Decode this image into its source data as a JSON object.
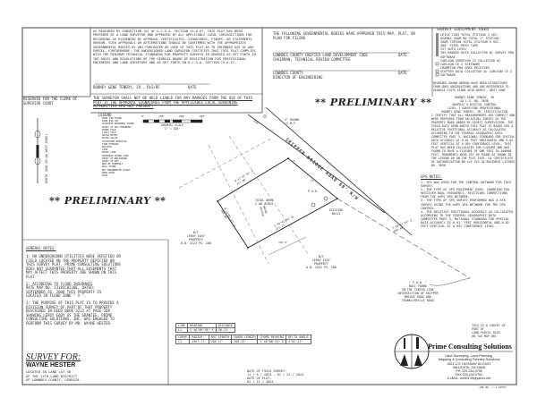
{
  "surveyor_certificate": {
    "text": "AS REQUIRED BY SUBSECTION (D) OF O.C.G.A. SECTION 15-6-67, THIS PLAT HAS BEEN PREPARED BY A LAND SURVEYOR AND APPROVED BY ALL APPLICABLE LOCAL JURISDICTIONS FOR RECORDING AS EVIDENCED BY APPROVAL CERTIFICATES, SIGNATURES, STAMPS, OR STATEMENTS HEREON. SUCH APPROVALS OR AFFIRMATIONS SHOULD BE CONFIRMED WITH THE APPROPRIATE GOVERNMENTAL BODIES BY ANY PURCHASER OR USER OF THIS PLAT AS TO INTENDED USE OF ANY PARCEL. FURTHERMORE, THE UNDERSIGNED LAND SURVEYOR CERTIFIES THAT THIS PLAT COMPLIES WITH THE MINIMUM TECHNICAL STANDARDS FOR PROPERTY SURVEYS IN GEORGIA AS SET FORTH IN THE RULES AND REGULATIONS OF THE GEORGIA BOARD OF REGISTRATION FOR PROFESSIONAL ENGINEERS AND LAND SURVEYORS AND AS SET FORTH IN O.C.G.A. SECTION 15-6-67.",
    "signer": "RODNEY GENE TENERY, JR., RLS/RF",
    "date_label": "DATE",
    "liability": "THE SURVEYOR SHALL NOT BE HELD LIABLE FOR ANY DAMAGES FROM THE USE OF THIS PLAT IF THE APPROVAL SIGNATURES FROM THE APPLICABLE LOCAL GOVERNING AUTHORITIES ARE NOT PRESENT."
  },
  "clerk_box": "RESERVED FOR THE CLERK OF SUPERIOR COURT",
  "government": {
    "intro": "THE FOLLOWING GOVERNMENTAL BODIES HAVE APPROVED THIS MAP, PLAT, OR PLAN FOR FILING",
    "sig1": "LOWNDES COUNTY UNIFIED LAND DEVELOPMENT CODE\nCHAIRMAN, TECHNICAL REVIEW COMMITTEE",
    "sig2": "LOWNDES COUNTY\nDIRECTOR OF ENGINEERING",
    "date_label": "DATE"
  },
  "equipment": {
    "title": "SURVEY EQUIPMENT USED",
    "items": [
      {
        "label": "LEICA 1203 TOTAL STATION 3 SEC.",
        "checked": false
      },
      {
        "label": "GEOMAX ZOOM 80 TOTAL 2\" STATION",
        "checked": false
      },
      {
        "label": "ZOOM TOPCON TOTAL STATION 5 SEC.",
        "checked": false
      },
      {
        "label": "300' STEEL MESH TAPE",
        "checked": false
      },
      {
        "label": "CST AUTO LEVEL",
        "checked": false
      },
      {
        "label": "TDS RANGER DATA COLLECTOR W/ SURVEY PRO SOFTWARE",
        "checked": false
      },
      {
        "label": "CARLSON SURVEYOR II COLLECTOR W/ CARLSON CE 3 SOFTWARE",
        "checked": true
      },
      {
        "label": "CHAMPION PRO GNSS RECEIVER",
        "checked": true
      },
      {
        "label": "SCEPTER DATA COLLECTOR W/ CARLSON CE 3 SOFTWARE",
        "checked": true
      }
    ],
    "bearings_note": "BEARINGS SHOWN HEREON HAVE BEEN ESTABLISHED FROM GNSS OBSERVATIONS AND ARE REFERENCED TO GEORGIA STATE PLANE GRID NORTH - WEST ZONE"
  },
  "seal": "RODNEY GENE TENERY, JR\nGA L.S. NO. 3658\nGRAPHIC & DIGITAL CONTROL\nLEVEL 1 SURVEYING PROFESSIONAL\nRODNEY GENE TENERY, JR. CERTIFICATION",
  "certification": "I CERTIFY THAT ALL MEASUREMENTS ARE CORRECT AND WERE PREPARED FROM AN ACTUAL SURVEY OF THE PROPERTY MADE UNDER MY DIRECT SUPERVISION. THE FIELD DATA UPON WHICH THIS PLAT IS BASED HAS A RELATIVE POSITIONAL ACCURACY AS CALCULATED ACCORDING TO THE FEDERAL GEOGRAPHIC DATA COMMITTEE PART 3, NATIONAL STANDARD FOR SPATIAL DATA ACCURACY AT 0.01 FEET HORIZONTAL AND 0.02 FEET VERTICAL AT A 95% CONFIDENCE LEVEL. THIS PLAT HAS BEEN CALCULATED FOR CLOSURE AND WAS FOUND TO HAVE A CLOSURE OF ONE FOOT IN 100000 FEET. MONUMENTS WERE SET OR FOUND AS SHOWN IN THE LEGEND OR ON THE PLAT FACE. GA CERTIFICATE OF AUTHORIZATION NO LSF 924 GA BUSINESS LICENSE NO. 3658",
  "gps_notes": {
    "title": "GPS NOTES:",
    "items": [
      "1. GPS WAS USED FOR THE CONTROL NETWORK FOR THIS SURVEY.",
      "2. THE TYPE OF GPS EQUIPMENT USED: CHAMPION TKO RECEIVER DUAL FREQUENCY, RECEIVING CORRECTIONS FROM THE eGPS VRS NETWORK.",
      "3. THE TYPE OF GPS SURVEY PERFORMED WAS A RTK SURVEY USING THE eGPS VRS NETWORK FOR THE GPS CONTROL.",
      "4. THE RELATIVE POSITIONAL ACCURACY AS CALCULATED ACCORDING TO THE FEDERAL GEOGRAPHIC DATA COMMITTEE PART 3, NATIONAL STANDARD FOR SPATIAL DATA ACCURACY IS 0.01' FEET HORIZONTAL AND 0.02 FEET VERTICAL AT A 95% CONFIDENCE LEVEL."
    ]
  },
  "preliminary": "** PRELIMINARY **",
  "legend": {
    "title": "LEGEND",
    "items": [
      "IRON PIN FOUND",
      "IRON PIN SET",
      "CONCRETE MONUMENT FOUND",
      "RIGHT OF WAY MONUMENT",
      "POWER POLE",
      "LIGHT POLE",
      "WATER METER",
      "WATER VALVE",
      "TELEPHONE PEDESTAL",
      "FIRE HYDRANT",
      "MAILBOX",
      "SIGN",
      "FENCE LINE",
      "OVERHEAD POWER LINE",
      "POINT OF BEGINNING",
      "RIGHT OF WAY",
      "NOW OR FORMERLY",
      "NAIL FOUND",
      "NOT MONUMENTED POINT",
      "DEED BOOK",
      "PAGE"
    ]
  },
  "scale": {
    "ticks": [
      "0'",
      "100'",
      "200'",
      "300'"
    ],
    "label": "GRAPHIC SCALE\n1\" = 100'"
  },
  "north_arrow": "NORTH (NAD 83 GA WEST ZONE)",
  "plat": {
    "road": "SKIPPER BRIDGE ROAD 80' R/W",
    "road_ref": "R/W",
    "monument": "5\" ROUND\nC.M.F.",
    "total_area": "TOTAL AREA\n2.00 ACRES",
    "tract": "WAYNE\nHESTER",
    "wells": "EXISTING\nWELLS",
    "pob": "P.O.B.",
    "north_call": "N 57°22'24\" E\n271.48'",
    "south_call": "S 56°42'04\" W\n427.21'",
    "west_call": "N 32°05'33\" W\n208.48'",
    "east_call": "S 28°41'20\" E\n656.40'",
    "offset": "187.5'",
    "curve_label": "C1",
    "line_label": "L1",
    "adjoiner_west": "N/F\nLEROY EASY\nPROPERTY\nD.B. 3222 PG. 208",
    "adjoiner_south": "N/F\nLEROY EASY\nPROPERTY\nD.B. 3222 PG. 208",
    "pob_note": "\" P.O.B. \"\nNAIL FOUND\nIN THE CENTER LINE\nINTERSECTION OF SKIPPER\nBRIDGE ROAD AND\nFRANKLINVILLE ROAD"
  },
  "line_table": {
    "headers": [
      "LINE",
      "BEARING",
      "DISTANCE"
    ],
    "rows": [
      [
        "L1",
        "S 46°08'38\" E",
        "30.13'"
      ]
    ]
  },
  "curve_table": {
    "headers": [
      "CURVE",
      "RADIUS",
      "ARC LENGTH",
      "CHORD LENGTH",
      "CHORD BEARING",
      "DELTA ANGLE"
    ],
    "rows": [
      [
        "C1",
        "2967.71'",
        "209.17'",
        "209.13'",
        "S 46°08'53\" E",
        "4°02'17\""
      ]
    ]
  },
  "general_notes": {
    "title": "GENERAL NOTES:",
    "items": [
      "1: NO UNDERGROUND UTILITIES WERE VERIFIED OR FIELD LOCATED ON THE PROPERTY DEPICTED ON THIS SURVEY PLAT. PRIME CONSULTING SOLUTIONS DOES NOT GUARANTEE THAT ALL EASEMENTS THAT MAY AFFECT THIS PROPERTY ARE SHOWN ON THIS PLAT.",
      "2: ACCORDING TO FLOOD INSURANCE RATE MAP NO. 13185C0330E, DATED: SEPTEMBER 26, 2008 THIS PROPERTY IS LOCATED IN FLOOD ZONE \" X \".",
      "3: THE PURPOSE OF THIS PLAT IS TO PROVIDE A DIVISION SURVEY OF PART OF THAT PROPERTY DESCRIBED IN DEED BOOK 3222 AT PAGE 208 SHOWING LEROY EADY AS THE GRANTEE. PRIME CONSULTING SOLUTIONS, INC. WAS ENGAGED TO PERFORM THIS SURVEY BY MR. WAYNE HESTER."
    ]
  },
  "survey_for": {
    "heading": "SURVEY FOR:",
    "client": "WAYNE HESTER",
    "location": "LOCATED IN LAND LOT 50\nOF THE 11TH LAND DISTRICT\nOF LOWNDES COUNTY, GEORGIA."
  },
  "dates": "DATE OF FIELD SURVEY:\n11 / 6 / 2023 - 01 / 22 / 2024\nDATE OF PLAT:\n01 / 11 / 2024",
  "parcel_note": "THIS IS A SURVEY OF\nPART OF\nLAND PARCEL 0103\nON TAX MAP 061",
  "firm": {
    "name": "Prime Consulting Solutions",
    "services": "Land Surveying, Land Planning,\nMapping & Consulting Forestry Solutions",
    "address": "2621 U.S. HIGHWAY 84 EAST\nVALDOSTA, GA 31606\nPH. 229-244-9735\nFAX 229-244-9781\nE-MAIL: rsmt2139@yahoo.net"
  },
  "job_no": "JOB NO. = J-14587"
}
